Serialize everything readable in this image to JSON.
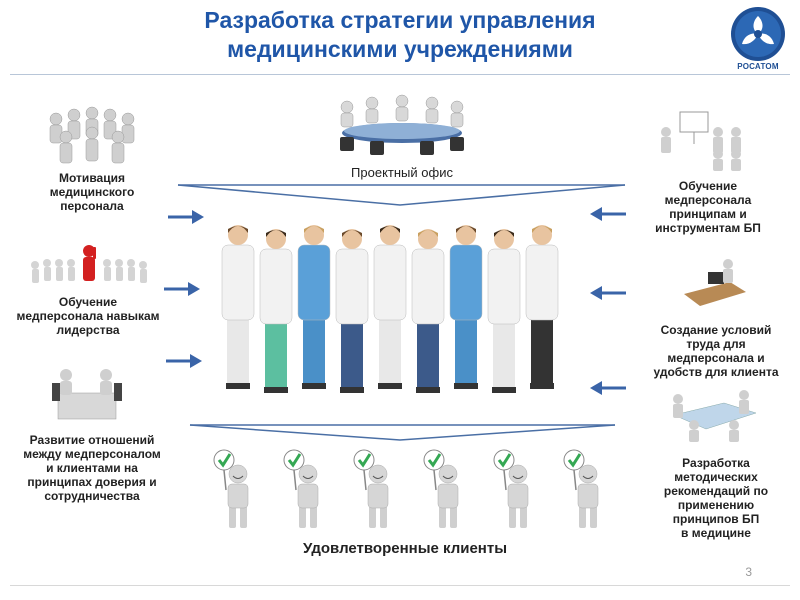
{
  "header": {
    "title_line1": "Разработка стратегии управления",
    "title_line2": "медицинскими учреждениями",
    "logo_text": "РОСАТОМ"
  },
  "center": {
    "project_office": "Проектный офис",
    "satisfied_clients": "Удовлетворенные клиенты"
  },
  "left_items": [
    {
      "line1": "Мотивация",
      "line2": "медицинского",
      "line3": "персонала"
    },
    {
      "line1": "Обучение",
      "line2": "медперсонала навыкам",
      "line3": "лидерства"
    },
    {
      "line1": "Развитие отношений",
      "line2": "между медперсоналом",
      "line3": "и клиентами на",
      "line4": "принципах доверия и",
      "line5": "сотрудничества"
    }
  ],
  "right_items": [
    {
      "line1": "Обучение",
      "line2": "медперсонала",
      "line3": "принципам и",
      "line4": "инструментам БП"
    },
    {
      "line1": "Создание условий",
      "line2": "труда для",
      "line3": "медперсонала и",
      "line4": "удобств для клиента"
    },
    {
      "line1": "Разработка",
      "line2": "методических",
      "line3": "рекомендаций по",
      "line4": "применению",
      "line5": "принципов БП",
      "line6": "в медицине"
    }
  ],
  "page_number": "3",
  "colors": {
    "title": "#1f56a8",
    "arrow": "#3a64a8",
    "check": "#34a853"
  }
}
